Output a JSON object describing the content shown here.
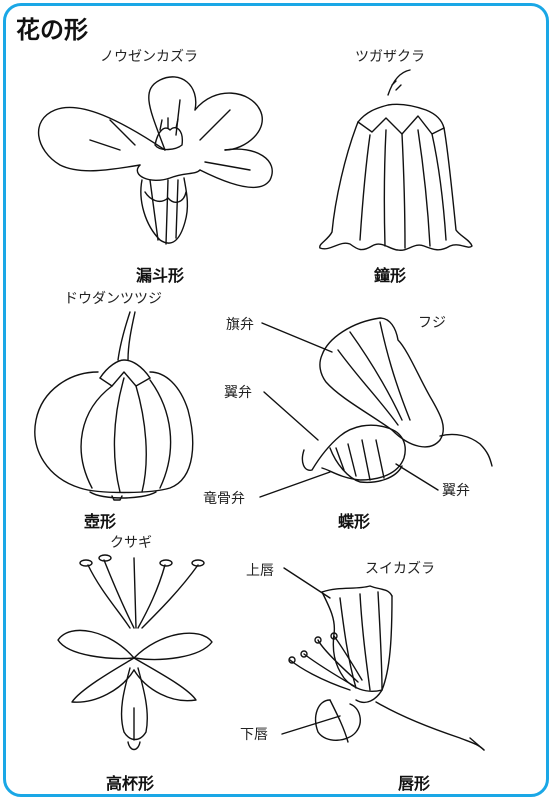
{
  "title": "花の形",
  "colors": {
    "frame": "#1aa7e6",
    "ink": "#111111"
  },
  "panels": [
    {
      "species": "ノウゼンカズラ",
      "shape_name": "漏斗形"
    },
    {
      "species": "ツガザクラ",
      "shape_name": "鐘形"
    },
    {
      "species": "ドウダンツツジ",
      "shape_name": "壺形"
    },
    {
      "species": "フジ",
      "shape_name": "蝶形",
      "parts": {
        "standard": "旗弁",
        "wing_upper": "翼弁",
        "keel": "竜骨弁",
        "wing_lower": "翼弁"
      }
    },
    {
      "species": "クサギ",
      "shape_name": "高杯形"
    },
    {
      "species": "スイカズラ",
      "shape_name": "唇形",
      "parts": {
        "upper_lip": "上唇",
        "lower_lip": "下唇"
      }
    }
  ]
}
